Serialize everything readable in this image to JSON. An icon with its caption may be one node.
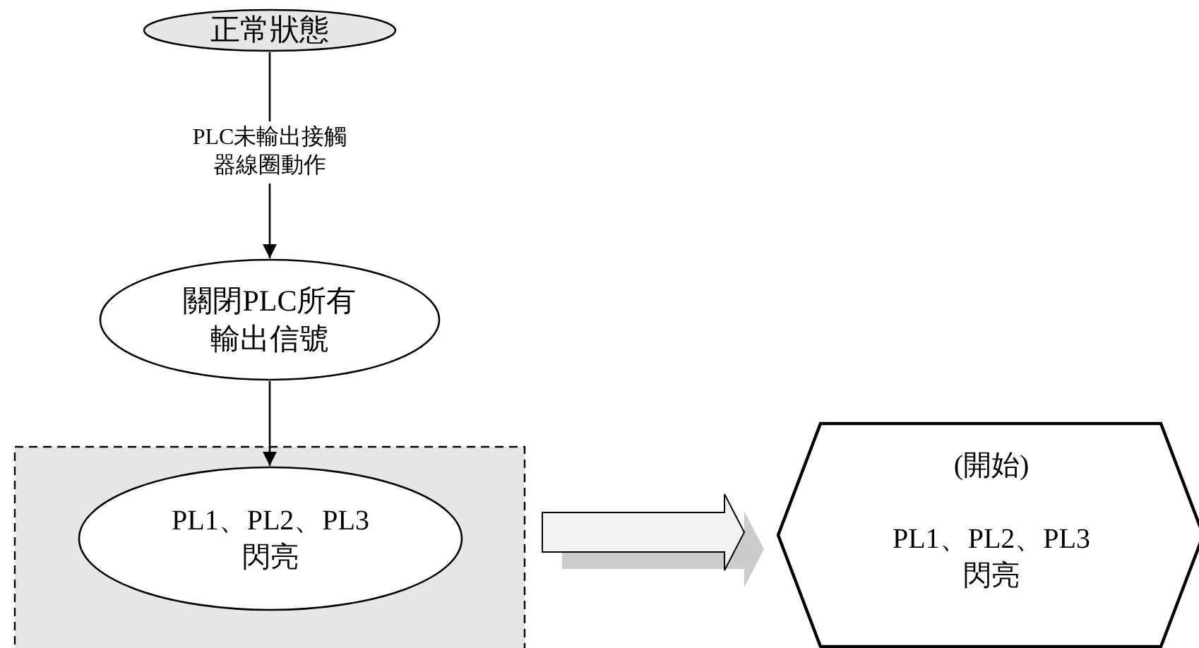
{
  "diagram": {
    "nodes": [
      {
        "text": [
          "正常狀態"
        ]
      },
      {
        "text": [
          "關閉PLC所有輸出信號"
        ]
      },
      {
        "text": [],
        "shape": "box"
      },
      {
        "text": [
          "PL1、PL2、PL3閃亮"
        ],
        "in": 2
      },
      {
        "text": [
          "(開始)",
          "PL1、PL2、PL3閃亮"
        ]
      }
    ],
    "edges": [
      {
        "from": 0,
        "to": 1,
        "arrow": "to",
        "label": "PLC未輸出接觸器線圈動作"
      },
      {
        "from": 1,
        "to": 3,
        "arrow": "to"
      },
      {
        "from": 2,
        "to": 4,
        "arrow": "to",
        "style": "thick"
      }
    ]
  }
}
